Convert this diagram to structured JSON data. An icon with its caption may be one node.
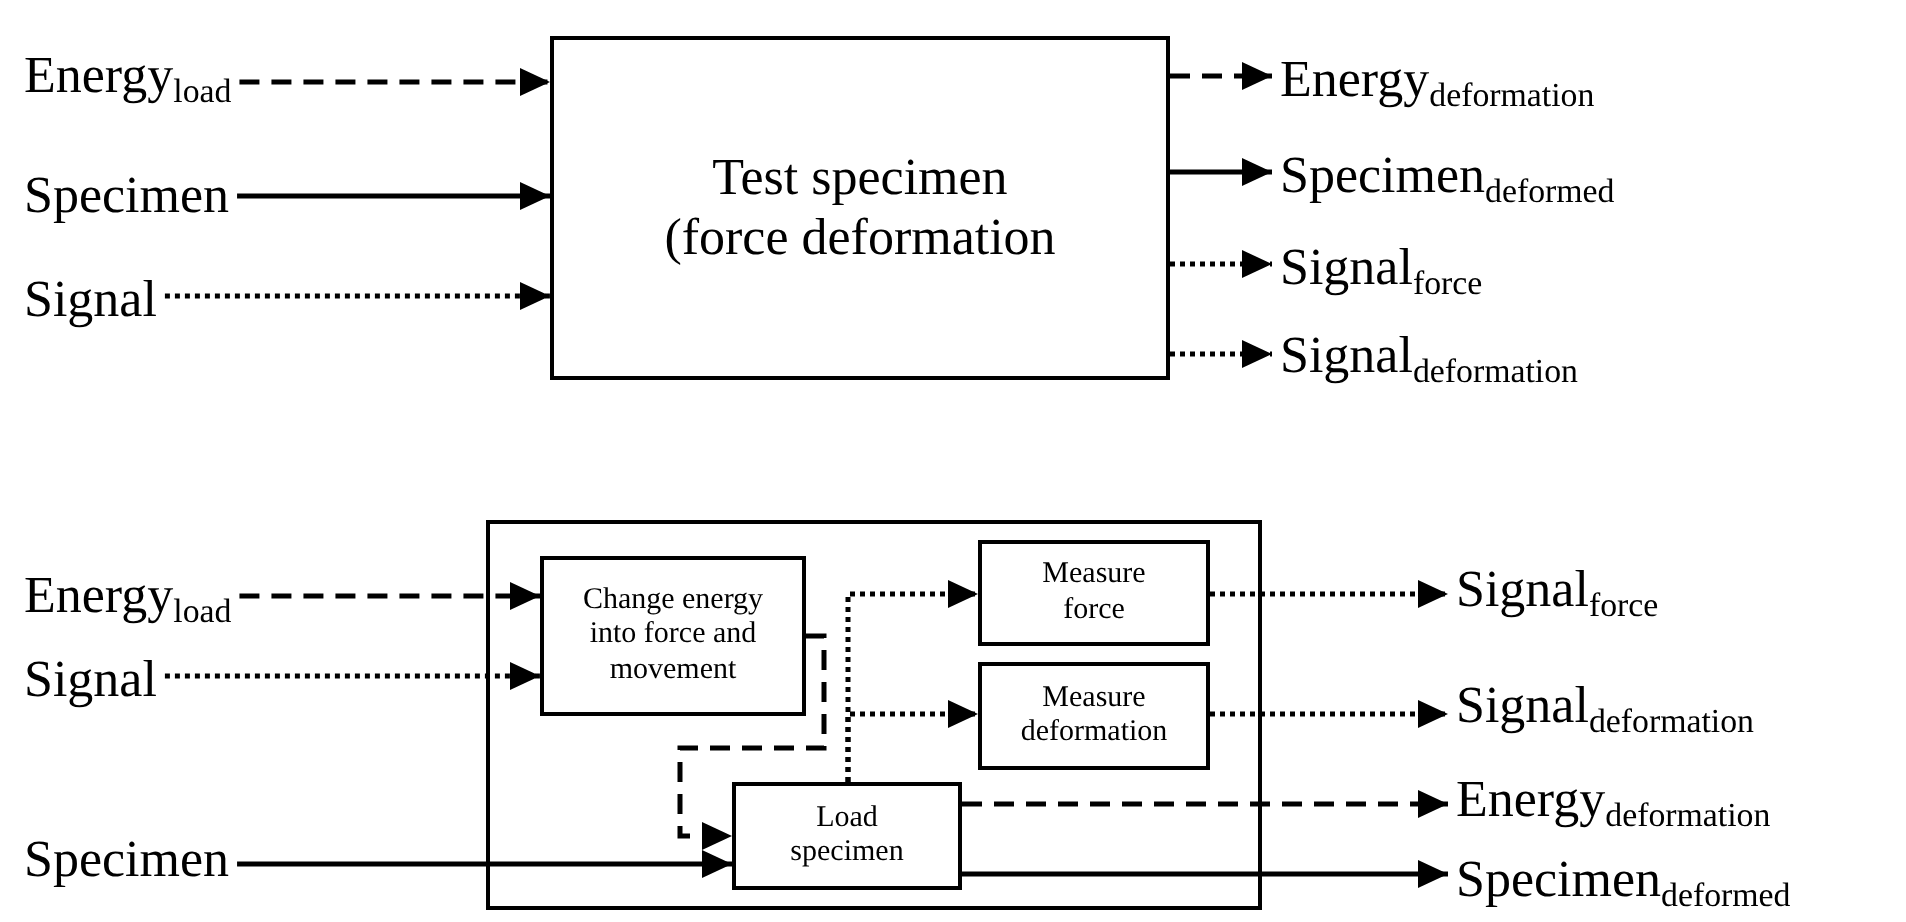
{
  "diagram": {
    "nodes": [
      {
        "text": [
          "Energy$_{load}$"
        ]
      },
      {
        "text": [
          "Specimen"
        ]
      },
      {
        "text": [
          "Signal"
        ]
      },
      {
        "text": [
          "Test specimen (force deformation"
        ]
      },
      {
        "text": [
          "Energy$_{deformation}$"
        ]
      },
      {
        "text": [
          "Specimen$_{deformed}$"
        ]
      },
      {
        "text": [
          "Signal$_{force}$"
        ]
      },
      {
        "text": [
          "Signal$_{deformation}$"
        ]
      },
      {
        "text": [
          "Energy$_{load}$"
        ]
      },
      {
        "text": [
          "Signal"
        ]
      },
      {
        "text": [
          "Specimen"
        ]
      },
      {
        "text": [],
        "shape": "box"
      },
      {
        "text": [
          "Change energy into force and movement"
        ],
        "in": 11
      },
      {
        "text": [
          "Measure force"
        ],
        "in": 11
      },
      {
        "text": [
          "Measure deformation"
        ],
        "in": 11
      },
      {
        "text": [
          "Load specimen"
        ],
        "in": 11
      },
      {
        "text": [
          "Signal$_{force}$"
        ]
      },
      {
        "text": [
          "Signal$_{deformation}$"
        ]
      },
      {
        "text": [
          "Energy$_{deformation}$"
        ]
      },
      {
        "text": [
          "Specimen$_{deformed}$"
        ]
      }
    ],
    "edges": [
      {
        "from": 0,
        "to": 3,
        "arrow": "to",
        "style": "dashed"
      },
      {
        "from": 1,
        "to": 3,
        "arrow": "to"
      },
      {
        "from": 2,
        "to": 3,
        "arrow": "to",
        "style": "dashed"
      },
      {
        "from": 3,
        "to": 4,
        "arrow": "to",
        "style": "dashed"
      },
      {
        "from": 3,
        "to": 5,
        "arrow": "to"
      },
      {
        "from": 3,
        "to": 6,
        "arrow": "to",
        "style": "dashed"
      },
      {
        "from": 3,
        "to": 7,
        "arrow": "to",
        "style": "dashed"
      },
      {
        "from": 8,
        "to": 12,
        "arrow": "to",
        "style": "dashed"
      },
      {
        "from": 9,
        "to": 12,
        "arrow": "to",
        "style": "dashed"
      },
      {
        "from": 10,
        "to": 15,
        "arrow": "to"
      },
      {
        "from": 12,
        "to": 15,
        "arrow": "to",
        "style": "dashed"
      },
      {
        "from": 15,
        "to": 13,
        "arrow": "to",
        "style": "dashed"
      },
      {
        "from": 15,
        "to": 14,
        "arrow": "to",
        "style": "dashed"
      },
      {
        "from": 13,
        "to": 16,
        "arrow": "to",
        "style": "dashed"
      },
      {
        "from": 14,
        "to": 17,
        "arrow": "to",
        "style": "dashed"
      },
      {
        "from": 15,
        "to": 18,
        "arrow": "to",
        "style": "dashed"
      },
      {
        "from": 15,
        "to": 19,
        "arrow": "to"
      }
    ]
  }
}
